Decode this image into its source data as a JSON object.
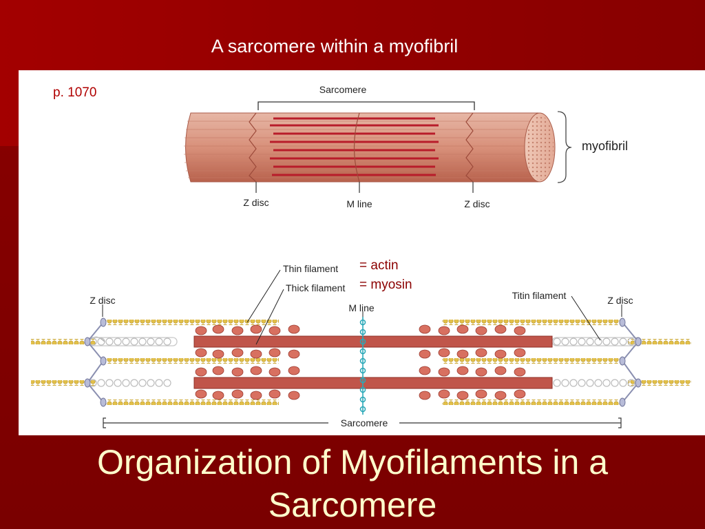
{
  "slide": {
    "subtitle": "A sarcomere within a myofibril",
    "page_ref": "p. 1070",
    "title_line1": "Organization of Myofilaments in a",
    "title_line2": "Sarcomere"
  },
  "top_figure": {
    "sarcomere_label": "Sarcomere",
    "z_disc_left": "Z disc",
    "m_line": "M line",
    "z_disc_right": "Z disc",
    "myofibril_label": "myofibril"
  },
  "bottom_figure": {
    "thin_filament": "Thin filament",
    "thick_filament": "Thick filament",
    "actin_key": "= actin",
    "myosin_key": "= myosin",
    "m_line": "M line",
    "titin_filament": "Titin filament",
    "z_disc_left": "Z disc",
    "z_disc_right": "Z disc",
    "sarcomere_label": "Sarcomere"
  },
  "colors": {
    "background": "#7a0000",
    "title_text": "#ffffcc",
    "page_ref": "#b00000",
    "key_text": "#8b0000"
  }
}
